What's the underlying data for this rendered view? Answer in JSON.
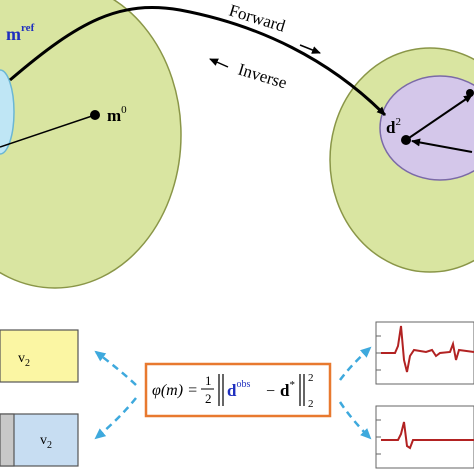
{
  "colors": {
    "model_space": "#d9e5a1",
    "data_space": "#d9e5a1",
    "ellipse_stroke": "#8a9648",
    "ref_region": "#bfe6f5",
    "data_region": "#d4c7ea",
    "objective_box": "#e8792f",
    "panel_yellow": "#fbf6a3",
    "panel_blue": "#c7ddf2",
    "panel_gray": "#c8c8c8",
    "dashed_arrow": "#3ea9dd",
    "trace": "#b22222",
    "blue_text": "#1f2fbf"
  },
  "model_space": {
    "m_ref_base": "m",
    "m_ref_sup": "ref",
    "m0_base": "m",
    "m0_sup": "0"
  },
  "data_space": {
    "d2_base": "d",
    "d2_sup": "2"
  },
  "mapping": {
    "forward_label": "Forward",
    "inverse_label": "Inverse"
  },
  "objective": {
    "phi": "φ(m) =",
    "half_num": "1",
    "half_den": "2",
    "d_obs": "d",
    "obs_sup": "obs",
    "minus": "−",
    "d_star": "d",
    "star_sup": "*",
    "norm_sup": "2",
    "norm_sub": "2"
  },
  "panels": {
    "top_label": "v",
    "top_sub": "2",
    "bottom_label": "v",
    "bottom_sub": "2"
  }
}
